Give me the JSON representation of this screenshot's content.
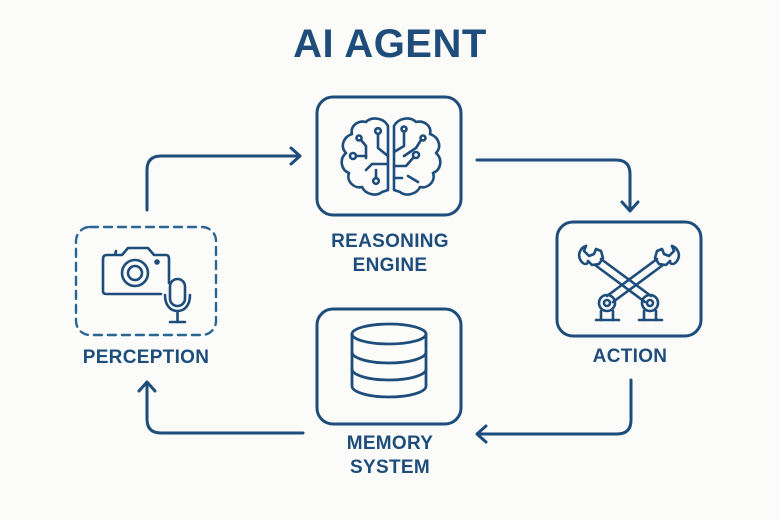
{
  "diagram": {
    "title": "AI AGENT",
    "colors": {
      "primary": "#1e4d7b",
      "dashed_border": "#2b6693",
      "background": "#fbfbfa"
    },
    "nodes": [
      {
        "id": "reasoning",
        "label_line1": "REASONING",
        "label_line2": "ENGINE",
        "icon": "brain-circuit-icon",
        "border": "solid"
      },
      {
        "id": "action",
        "label_line1": "ACTION",
        "label_line2": "",
        "icon": "crossed-wrenches-icon",
        "border": "solid"
      },
      {
        "id": "memory",
        "label_line1": "MEMORY",
        "label_line2": "SYSTEM",
        "icon": "database-icon",
        "border": "solid"
      },
      {
        "id": "perception",
        "label_line1": "PERCEPTION",
        "label_line2": "",
        "icon": "camera-microphone-icon",
        "border": "dashed"
      }
    ],
    "edges": [
      {
        "from": "perception",
        "to": "reasoning"
      },
      {
        "from": "reasoning",
        "to": "action"
      },
      {
        "from": "action",
        "to": "memory"
      },
      {
        "from": "memory",
        "to": "perception"
      }
    ]
  }
}
